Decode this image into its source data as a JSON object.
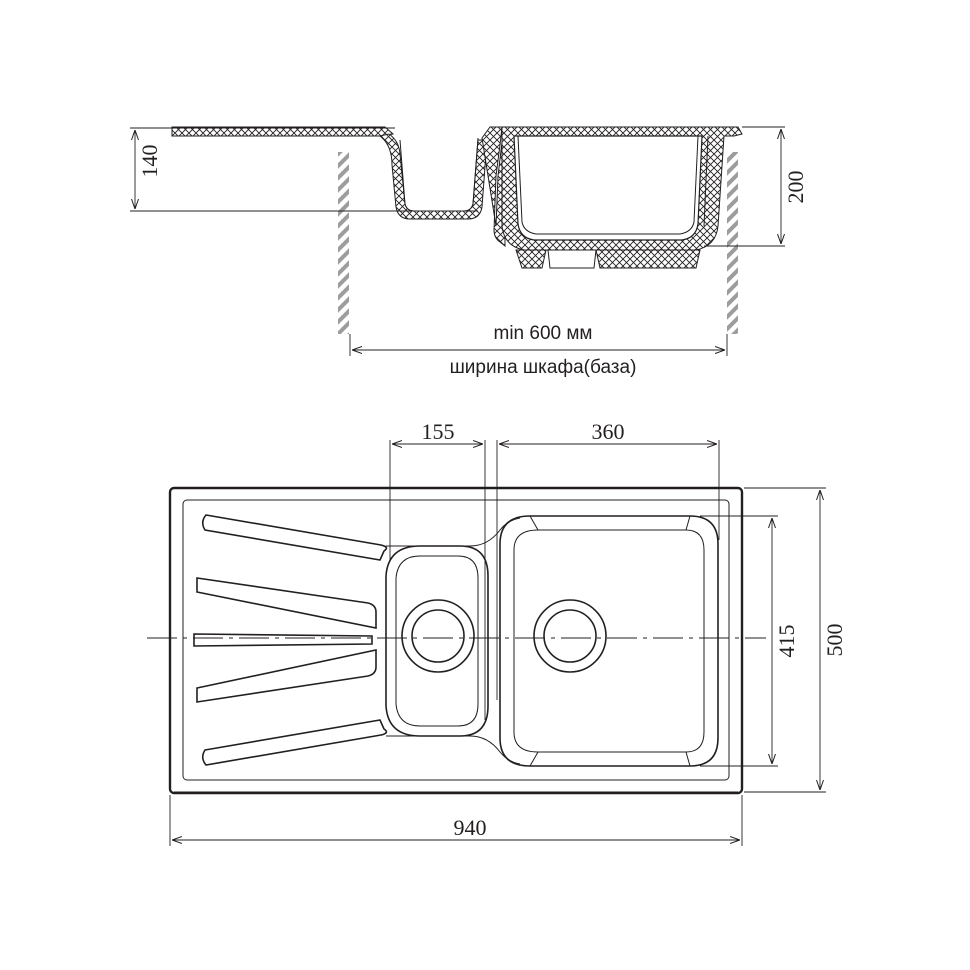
{
  "colors": {
    "line": "#231f20",
    "wall_hatch": "#9d9d9d",
    "background": "#ffffff"
  },
  "section_view": {
    "dim_depth_small_bowl": "140",
    "dim_depth_large_bowl": "200",
    "dim_cabinet_min": "min 600 мм",
    "dim_cabinet_label": "ширина шкафа(база)"
  },
  "plan_view": {
    "dim_small_bowl_width": "155",
    "dim_large_bowl_width": "360",
    "dim_total_width": "940",
    "dim_bowl_length": "415",
    "dim_total_depth": "500"
  }
}
